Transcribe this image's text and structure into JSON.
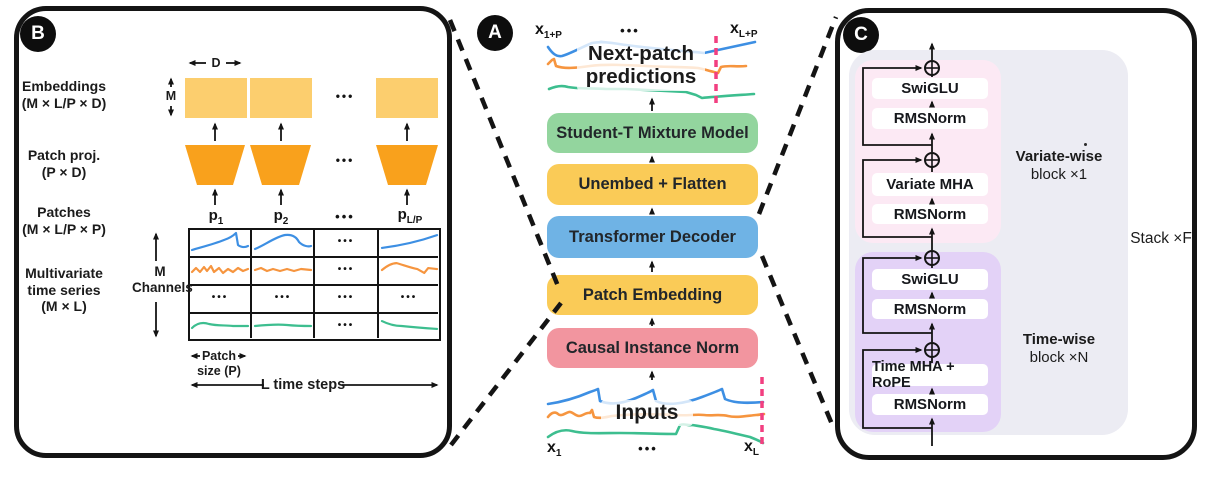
{
  "misc": {
    "ellipsis": "•••"
  },
  "colors": {
    "ink": "#141414",
    "box_green": "#93D59E",
    "box_yellow": "#FACB57",
    "box_blue": "#6FB3E5",
    "box_pink": "#F2959F",
    "embed_fill": "#FCCE6E",
    "trapezoid_fill": "#F9A11C",
    "panel_gray": "#ECECF3",
    "block_pink": "#FCE9F4",
    "block_purple": "#E3D2F7",
    "line_blue": "#3D8FE3",
    "line_orange": "#F6953F",
    "line_green": "#3DBE8F",
    "dashed_pink": "#F23F80"
  },
  "b": {
    "badge": "B",
    "embeddings_label": "Embeddings",
    "embeddings_dims": "(M × L/P ×  D)",
    "patchproj_label": "Patch proj.",
    "patchproj_dims": "(P × D)",
    "patches_label": "Patches",
    "patches_dims": "(M × L/P × P)",
    "series_label1": "Multivariate",
    "series_label2": "time series",
    "series_dims": "(M × L)",
    "d_label": "D",
    "m_label": "M",
    "channels_line1": "M",
    "channels_line2": "Channels",
    "p1": {
      "base": "p",
      "sub": "1"
    },
    "p2": {
      "base": "p",
      "sub": "2"
    },
    "plp": {
      "base": "p",
      "sub": "L/P"
    },
    "patch_size_line1": "Patch",
    "patch_size_line2": "size (P)",
    "time_steps": "L time steps"
  },
  "a": {
    "badge": "A",
    "caption_top": "Next-patch predictions",
    "caption_bottom": "Inputs",
    "top_left": {
      "base": "x",
      "sub": "1+P"
    },
    "top_right": {
      "base": "x",
      "sub": "L+P"
    },
    "bottom_left": {
      "base": "x",
      "sub": "1"
    },
    "bottom_right": {
      "base": "x",
      "sub": "L"
    },
    "blocks": [
      {
        "label": "Student-T Mixture Model"
      },
      {
        "label": "Unembed + Flatten"
      },
      {
        "label": "Transformer Decoder"
      },
      {
        "label": "Patch Embedding"
      },
      {
        "label": "Causal Instance Norm"
      }
    ]
  },
  "c": {
    "badge": "C",
    "variate": {
      "title": "Variate-wise",
      "mult": "block ×1",
      "layers": [
        "SwiGLU",
        "RMSNorm",
        "Variate MHA",
        "RMSNorm"
      ]
    },
    "time": {
      "title": "Time-wise",
      "mult": "block ×N",
      "layers": [
        "SwiGLU",
        "RMSNorm",
        "Time MHA + RoPE",
        "RMSNorm"
      ]
    },
    "stack": "Stack ×F"
  }
}
